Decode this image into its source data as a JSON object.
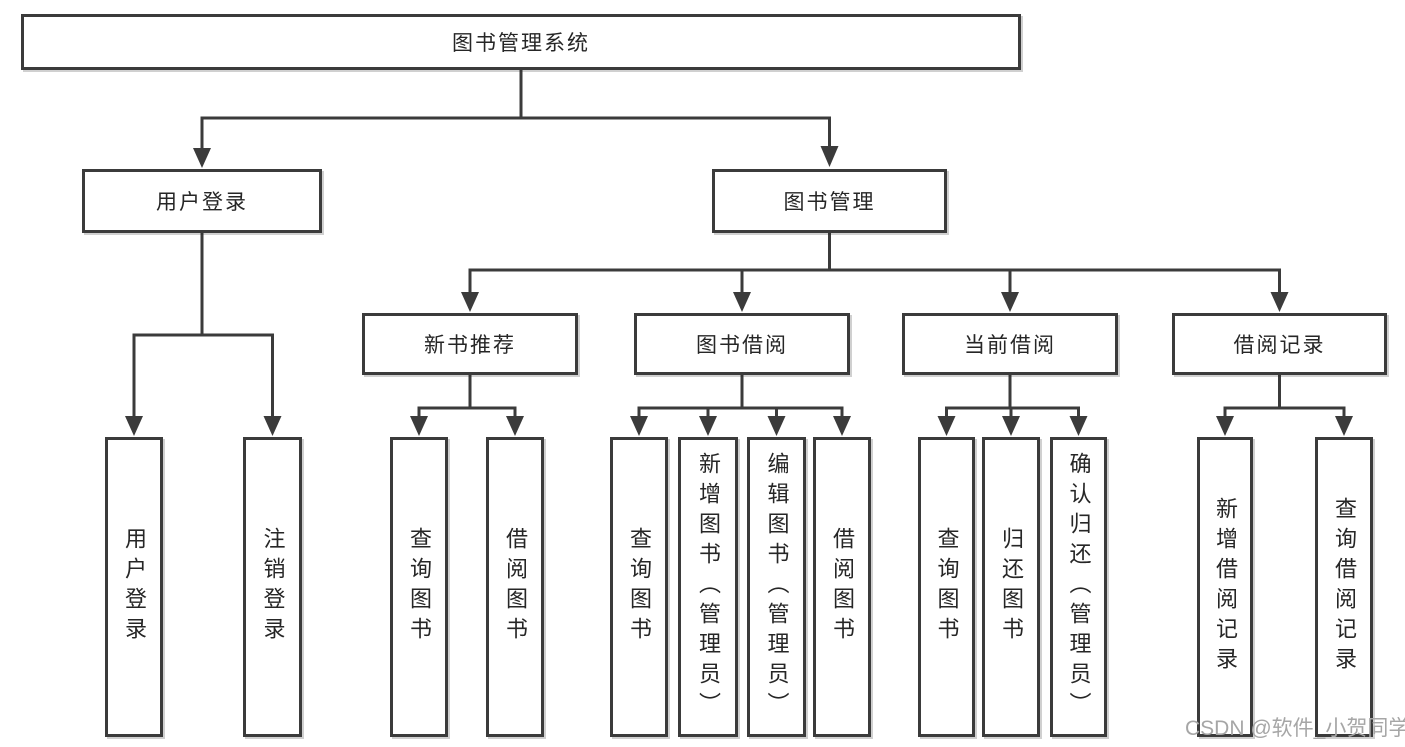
{
  "tree": {
    "label": "图书管理系统",
    "children": [
      {
        "label": "用户登录",
        "children": [
          {
            "label": "用户登录"
          },
          {
            "label": "注销登录"
          }
        ]
      },
      {
        "label": "图书管理",
        "children": [
          {
            "label": "新书推荐",
            "children": [
              {
                "label": "查询图书"
              },
              {
                "label": "借阅图书"
              }
            ]
          },
          {
            "label": "图书借阅",
            "children": [
              {
                "label": "查询图书"
              },
              {
                "label": "新增图书（管理员）"
              },
              {
                "label": "编辑图书（管理员）"
              },
              {
                "label": "借阅图书"
              }
            ]
          },
          {
            "label": "当前借阅",
            "children": [
              {
                "label": "查询图书"
              },
              {
                "label": "归还图书"
              },
              {
                "label": "确认归还（管理员）"
              }
            ]
          },
          {
            "label": "借阅记录",
            "children": [
              {
                "label": "新增借阅记录"
              },
              {
                "label": "查询借阅记录"
              }
            ]
          }
        ]
      }
    ]
  },
  "watermark": "CSDN @软件_小贺同学",
  "colors": {
    "line": "#3b3b3b",
    "text": "#262626",
    "box_background": "#ffffff",
    "watermark": "#a6a6a6",
    "background": "#ffffff"
  }
}
